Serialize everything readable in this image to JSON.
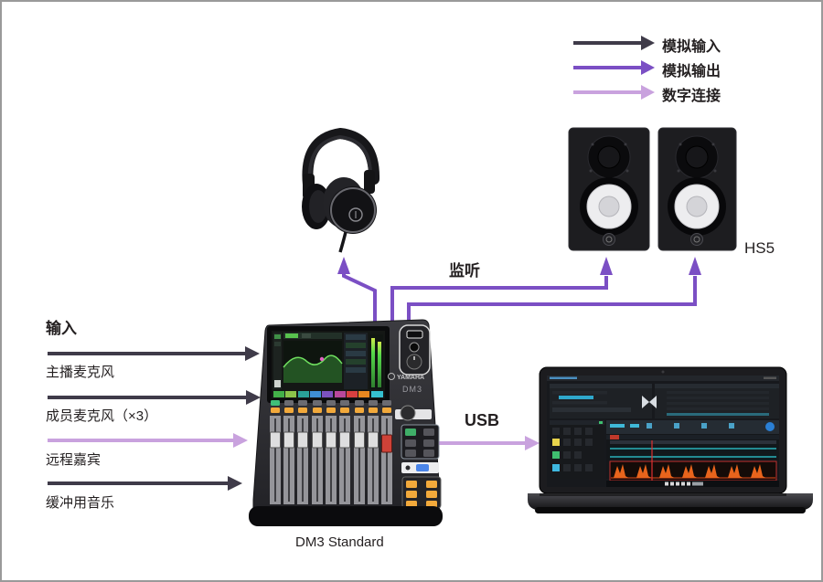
{
  "palette": {
    "analog_input": "#3F3B49",
    "analog_output": "#7B4FC4",
    "digital_connection": "#C9A2DE",
    "text": "#231F20",
    "background": "#FFFFFF",
    "border": "#9A9A9A"
  },
  "legend": {
    "items": [
      {
        "label": "模拟输入",
        "type": "analog_input"
      },
      {
        "label": "模拟输出",
        "type": "analog_output"
      },
      {
        "label": "数字连接",
        "type": "digital_connection"
      }
    ]
  },
  "inputs": {
    "header": "输入",
    "items": [
      {
        "label": "主播麦克风",
        "type": "analog_input"
      },
      {
        "label": "成员麦克风（×3）",
        "type": "analog_input"
      },
      {
        "label": "远程嘉宾",
        "type": "digital_connection"
      },
      {
        "label": "缓冲用音乐",
        "type": "analog_input"
      }
    ]
  },
  "connections": {
    "monitor": {
      "label": "监听",
      "type": "analog_output"
    },
    "usb": {
      "label": "USB",
      "type": "digital_connection"
    }
  },
  "devices": {
    "headphones": {
      "name": "headphones"
    },
    "speakers": {
      "caption": "HS5",
      "count": 2
    },
    "mixer": {
      "caption": "DM3 Standard",
      "brand": "YAMAHA",
      "model": "DM3"
    },
    "laptop": {
      "name": "laptop-daw"
    }
  }
}
